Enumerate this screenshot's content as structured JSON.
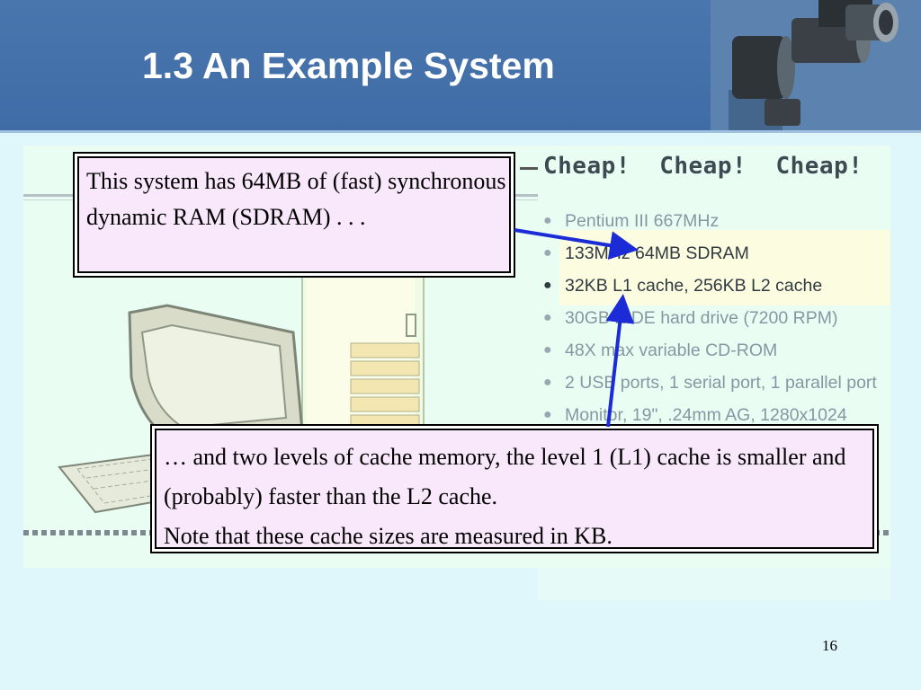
{
  "slide": {
    "title": "1.3 An Example System",
    "page_number": "16"
  },
  "ad": {
    "headline": "Cheap!  Cheap!  Cheap!",
    "specs": [
      "Pentium III 667MHz",
      "133MHz 64MB SDRAM",
      "32KB L1 cache, 256KB L2 cache",
      "30GB EIDE hard drive (7200 RPM)",
      "48X max variable CD-ROM",
      "2 USB ports, 1 serial port, 1 parallel port",
      "Monitor, 19\", .24mm AG, 1280x1024"
    ]
  },
  "callouts": {
    "top": "This system has 64MB of (fast) synchronous dynamic RAM (SDRAM) . . .",
    "bottom_line1": "… and two levels of cache memory, the level 1 (L1) cache is smaller and (probably) faster than the L2 cache.",
    "bottom_line2": "Note that these cache sizes are measured in KB."
  },
  "colors": {
    "header": "#4a76ae",
    "background": "#dff6fb",
    "callout_fill": "#f9e7fb",
    "arrow": "#1b2bd6"
  }
}
